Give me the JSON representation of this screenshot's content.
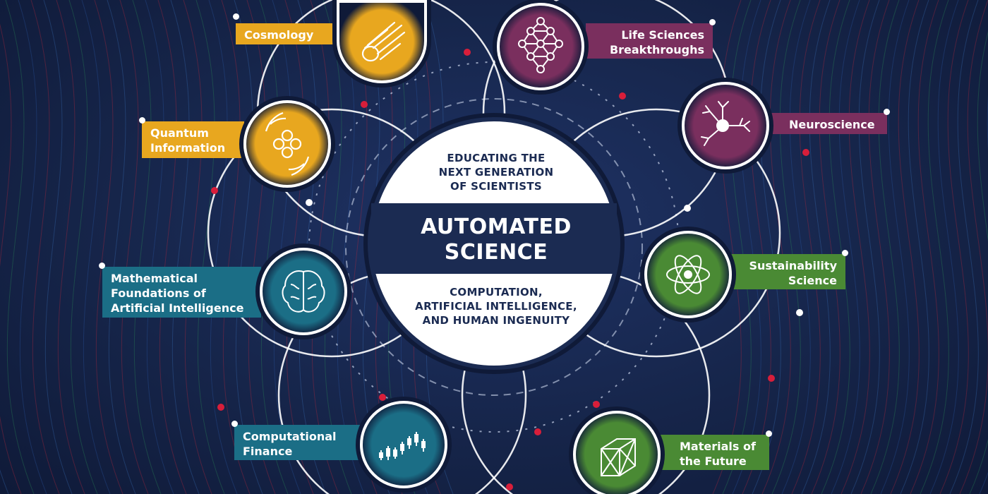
{
  "center": {
    "top_text": [
      "EDUCATING THE",
      "NEXT GENERATION",
      "OF SCIENTISTS"
    ],
    "title": [
      "AUTOMATED",
      "SCIENCE"
    ],
    "bottom_text": [
      "COMPUTATION,",
      "ARTIFICIAL INTELLIGENCE,",
      "AND HUMAN INGENUITY"
    ]
  },
  "topics": [
    {
      "key": "cosmology",
      "lines": [
        "Cosmology"
      ],
      "color": "#e8a71f",
      "icon": "comet-icon"
    },
    {
      "key": "quantum",
      "lines": [
        "Quantum",
        "Information"
      ],
      "color": "#e8a71f",
      "icon": "quantum-icon"
    },
    {
      "key": "math-ai",
      "lines": [
        "Mathematical",
        "Foundations of",
        "Artificial Intelligence"
      ],
      "color": "#1b6e86",
      "icon": "brain-icon"
    },
    {
      "key": "finance",
      "lines": [
        "Computational",
        "Finance"
      ],
      "color": "#1b6e86",
      "icon": "candlestick-icon"
    },
    {
      "key": "life",
      "lines": [
        "Life Sciences",
        "Breakthroughs"
      ],
      "color": "#7a2f5e",
      "icon": "network-icon"
    },
    {
      "key": "neuro",
      "lines": [
        "Neuroscience"
      ],
      "color": "#7a2f5e",
      "icon": "neuron-icon"
    },
    {
      "key": "sustain",
      "lines": [
        "Sustainability",
        "Science"
      ],
      "color": "#4a8a34",
      "icon": "atom-icon"
    },
    {
      "key": "materials",
      "lines": [
        "Materials of",
        "the Future"
      ],
      "color": "#4a8a34",
      "icon": "cube-lattice-icon"
    }
  ],
  "colors": {
    "navy": "#1b2b52",
    "background": "#16254a",
    "accent_red": "#d81e3a"
  }
}
